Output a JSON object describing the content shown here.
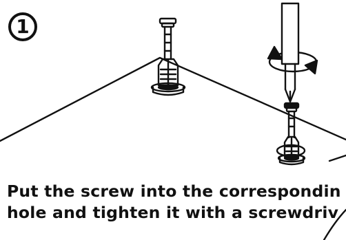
{
  "step": {
    "number": "1"
  },
  "caption": {
    "line1": "Put the screw into the correspondin",
    "line2": "hole and tighten it with a screwdriv"
  },
  "icons": {
    "rotation": "rotation-arrow-icon",
    "screwdriver": "screwdriver-icon",
    "screw": "screw-icon"
  },
  "colors": {
    "ink": "#111111",
    "background": "#ffffff"
  }
}
